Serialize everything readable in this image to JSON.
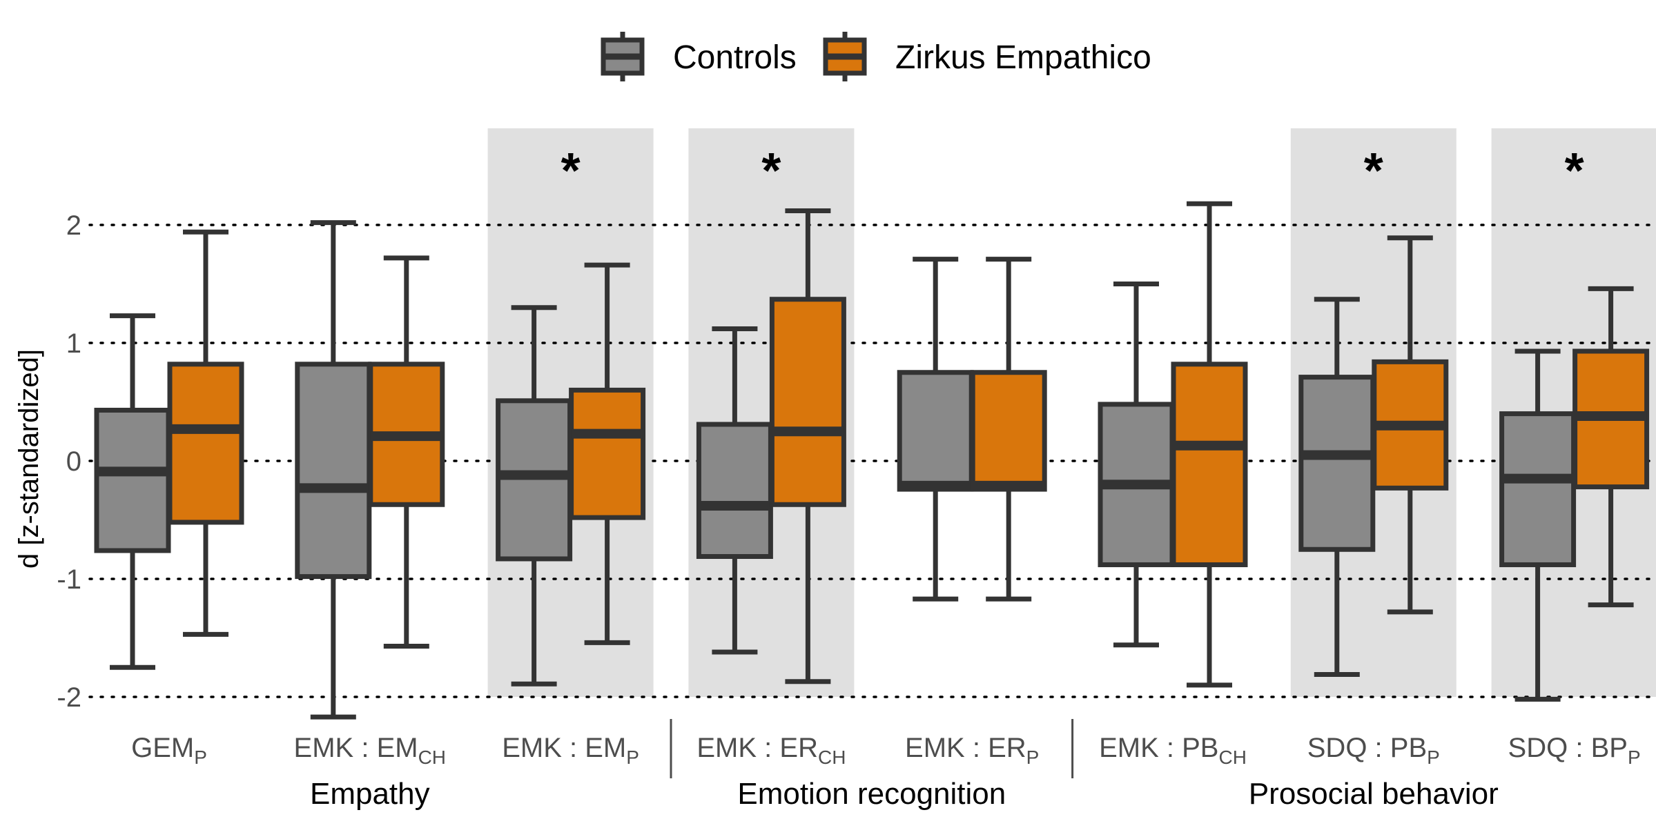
{
  "chart_data": {
    "type": "boxplot",
    "ylabel": "d [z-standardized]",
    "ylim": [
      -2.2,
      2.9
    ],
    "yticks": [
      2,
      1,
      0,
      -1,
      -2
    ],
    "grid": "dotted horizontal lines at y ticks",
    "legend_position": "top",
    "colors": {
      "Controls": "#898989",
      "Zirkus Empathico": "#d9760c",
      "outline": "#333333",
      "highlight": "#e0e0e0"
    },
    "series": [
      {
        "name": "Controls"
      },
      {
        "name": "Zirkus Empathico"
      }
    ],
    "categories": [
      {
        "main": "GEM",
        "sub": "P",
        "significant": false,
        "boxes": [
          {
            "series": "Controls",
            "min": -1.75,
            "q1": -0.76,
            "median": -0.09,
            "q3": 0.43,
            "max": 1.23
          },
          {
            "series": "Zirkus Empathico",
            "min": -1.47,
            "q1": -0.52,
            "median": 0.27,
            "q3": 0.82,
            "max": 1.94
          }
        ]
      },
      {
        "main": "EMK : EM",
        "sub": "CH",
        "significant": false,
        "boxes": [
          {
            "series": "Controls",
            "min": -2.17,
            "q1": -0.98,
            "median": -0.23,
            "q3": 0.82,
            "max": 2.02
          },
          {
            "series": "Zirkus Empathico",
            "min": -1.57,
            "q1": -0.37,
            "median": 0.21,
            "q3": 0.82,
            "max": 1.72
          }
        ]
      },
      {
        "main": "EMK : EM",
        "sub": "P",
        "significant": true,
        "boxes": [
          {
            "series": "Controls",
            "min": -1.89,
            "q1": -0.83,
            "median": -0.12,
            "q3": 0.51,
            "max": 1.3
          },
          {
            "series": "Zirkus Empathico",
            "min": -1.54,
            "q1": -0.48,
            "median": 0.23,
            "q3": 0.6,
            "max": 1.66
          }
        ]
      },
      {
        "main": "EMK : ER",
        "sub": "CH",
        "significant": true,
        "boxes": [
          {
            "series": "Controls",
            "min": -1.62,
            "q1": -0.81,
            "median": -0.38,
            "q3": 0.31,
            "max": 1.12
          },
          {
            "series": "Zirkus Empathico",
            "min": -1.87,
            "q1": -0.37,
            "median": 0.25,
            "q3": 1.37,
            "max": 2.12
          }
        ]
      },
      {
        "main": "EMK : ER",
        "sub": "P",
        "significant": false,
        "boxes": [
          {
            "series": "Controls",
            "min": -1.17,
            "q1": -0.24,
            "median": -0.21,
            "q3": 0.75,
            "max": 1.71
          },
          {
            "series": "Zirkus Empathico",
            "min": -1.17,
            "q1": -0.24,
            "median": -0.21,
            "q3": 0.75,
            "max": 1.71
          }
        ]
      },
      {
        "main": "EMK : PB",
        "sub": "CH",
        "significant": false,
        "boxes": [
          {
            "series": "Controls",
            "min": -1.56,
            "q1": -0.88,
            "median": -0.2,
            "q3": 0.48,
            "max": 1.5
          },
          {
            "series": "Zirkus Empathico",
            "min": -1.9,
            "q1": -0.88,
            "median": 0.13,
            "q3": 0.82,
            "max": 2.18
          }
        ]
      },
      {
        "main": "SDQ : PB",
        "sub": "P",
        "significant": true,
        "boxes": [
          {
            "series": "Controls",
            "min": -1.81,
            "q1": -0.75,
            "median": 0.05,
            "q3": 0.71,
            "max": 1.37
          },
          {
            "series": "Zirkus Empathico",
            "min": -1.28,
            "q1": -0.23,
            "median": 0.3,
            "q3": 0.84,
            "max": 1.89
          }
        ]
      },
      {
        "main": "SDQ : BP",
        "sub": "P",
        "significant": true,
        "boxes": [
          {
            "series": "Controls",
            "min": -2.02,
            "q1": -0.88,
            "median": -0.15,
            "q3": 0.4,
            "max": 0.93
          },
          {
            "series": "Zirkus Empathico",
            "min": -1.22,
            "q1": -0.22,
            "median": 0.38,
            "q3": 0.93,
            "max": 1.46
          }
        ]
      }
    ],
    "groups": [
      {
        "label": "Empathy",
        "from": 0,
        "to": 2
      },
      {
        "label": "Emotion recognition",
        "from": 3,
        "to": 4
      },
      {
        "label": "Prosocial behavior",
        "from": 5,
        "to": 7
      }
    ],
    "significance_symbol": "*"
  }
}
